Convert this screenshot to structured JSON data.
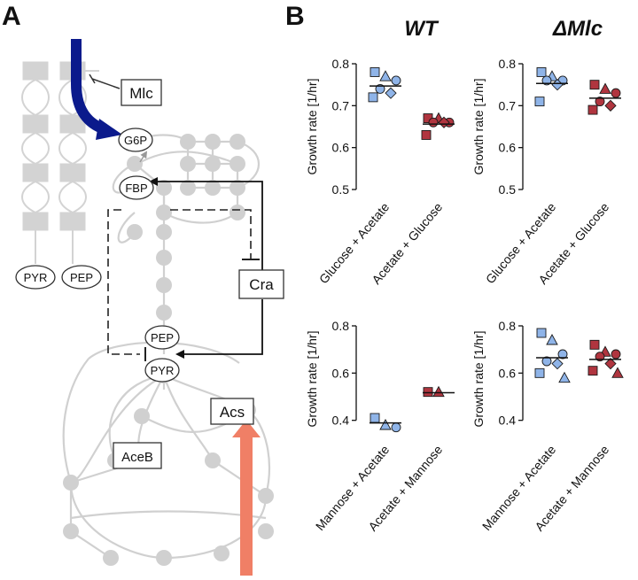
{
  "panel_labels": {
    "a": "A",
    "b": "B"
  },
  "column_titles": {
    "wt": "WT",
    "mlc": "ΔMlc"
  },
  "colors": {
    "blue": "#8fb4e8",
    "red": "#b0353f",
    "network_gray": "#d0d0d0",
    "network_blue": "#0b1a8c",
    "network_orange": "#f07f66"
  },
  "network": {
    "regulator_mlc": "Mlc",
    "regulator_cra": "Cra",
    "metabolite_g6p": "G6P",
    "metabolite_fbp": "FBP",
    "metabolite_pep": "PEP",
    "metabolite_pyr": "PYR",
    "metabolite_pyr_left": "PYR",
    "metabolite_pep_left": "PEP",
    "enzyme_acs": "Acs",
    "enzyme_aceb": "AceB"
  },
  "chart_data": [
    {
      "type": "scatter",
      "id": "wt_glucose",
      "column": "WT",
      "ylabel": "Growth rate [1/hr]",
      "ylim": [
        0.5,
        0.8
      ],
      "yticks": [
        "0.5",
        "0.6",
        "0.7",
        "0.8"
      ],
      "categories": [
        "Glucose + Acetate",
        "Acetate + Glucose"
      ],
      "series": [
        {
          "values": [
            0.78,
            0.77,
            0.76,
            0.74,
            0.73,
            0.72
          ],
          "mean": 0.747,
          "color": "blue"
        },
        {
          "values": [
            0.67,
            0.67,
            0.66,
            0.66,
            0.66,
            0.63
          ],
          "mean": 0.656,
          "color": "red"
        }
      ]
    },
    {
      "type": "scatter",
      "id": "mlc_glucose",
      "column": "ΔMlc",
      "ylabel": "Growth rate [1/hr]",
      "ylim": [
        0.5,
        0.8
      ],
      "yticks": [
        "0.5",
        "0.6",
        "0.7",
        "0.8"
      ],
      "categories": [
        "Glucose + Acetate",
        "Acetate + Glucose"
      ],
      "series": [
        {
          "values": [
            0.78,
            0.77,
            0.76,
            0.76,
            0.75,
            0.71
          ],
          "mean": 0.753,
          "color": "blue"
        },
        {
          "values": [
            0.75,
            0.74,
            0.73,
            0.71,
            0.7,
            0.69
          ],
          "mean": 0.718,
          "color": "red"
        }
      ]
    },
    {
      "type": "scatter",
      "id": "wt_mannose",
      "column": "WT",
      "ylabel": "Growth rate [1/hr]",
      "ylim": [
        0.35,
        0.8
      ],
      "yticks": [
        "0.4",
        "0.6",
        "0.8"
      ],
      "categories": [
        "Mannose + Acetate",
        "Acetate + Mannose"
      ],
      "series": [
        {
          "values": [
            0.41,
            0.38,
            0.37
          ],
          "mean": 0.389,
          "color": "blue"
        },
        {
          "values": [
            0.52,
            0.52
          ],
          "mean": 0.517,
          "color": "red"
        }
      ]
    },
    {
      "type": "scatter",
      "id": "mlc_mannose",
      "column": "ΔMlc",
      "ylabel": "Growth rate [1/hr]",
      "ylim": [
        0.35,
        0.8
      ],
      "yticks": [
        "0.4",
        "0.6",
        "0.8"
      ],
      "categories": [
        "Mannose + Acetate",
        "Acetate + Mannose"
      ],
      "series": [
        {
          "values": [
            0.77,
            0.74,
            0.68,
            0.65,
            0.64,
            0.6,
            0.58
          ],
          "mean": 0.665,
          "color": "blue"
        },
        {
          "values": [
            0.72,
            0.69,
            0.68,
            0.67,
            0.64,
            0.61,
            0.6
          ],
          "mean": 0.658,
          "color": "red"
        }
      ]
    }
  ]
}
